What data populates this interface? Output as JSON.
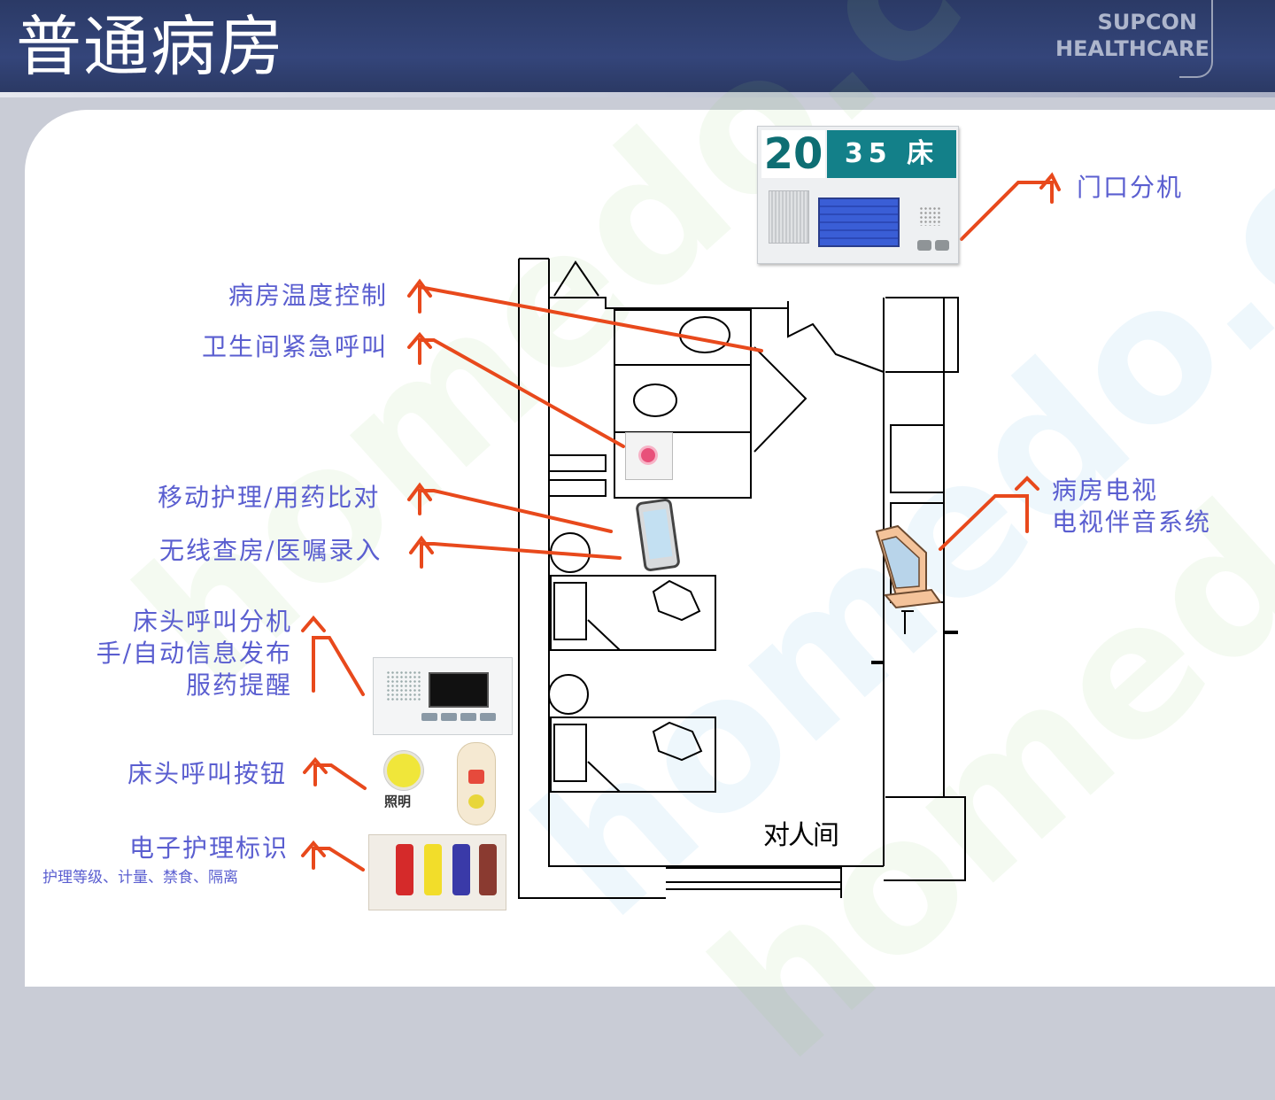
{
  "title": "普通病房",
  "brand": [
    "SUPCON",
    "HEALTHCARE"
  ],
  "door_panel": {
    "room": "20",
    "bed": "35 床"
  },
  "yellow_button_label": "照明",
  "room_label": "对人间",
  "watermarks": [
    "homedo.com",
    "homedo.com",
    "homedo.com"
  ],
  "labels": {
    "door_unit": "门口分机",
    "temperature": "病房温度控制",
    "bathroom_call": "卫生间紧急呼叫",
    "mobile_care": "移动护理/用药比对",
    "wireless_rounds": "无线查房/医嘱录入",
    "tv": [
      "病房电视",
      "电视伴音系统"
    ],
    "bedside_unit": [
      "床头呼叫分机",
      "手/自动信息发布",
      "服药提醒"
    ],
    "bedside_button": "床头呼叫按钮",
    "nursing_id": "电子护理标识",
    "nursing_id_sub": "护理等级、计量、禁食、隔离"
  },
  "colors": {
    "header": "#2b3a66",
    "label_text": "#5a5ed0",
    "arrow": "#e8491c",
    "nursing_bars": [
      "#d52a2a",
      "#f2dd2a",
      "#3a3aa8",
      "#8a3a30"
    ]
  }
}
